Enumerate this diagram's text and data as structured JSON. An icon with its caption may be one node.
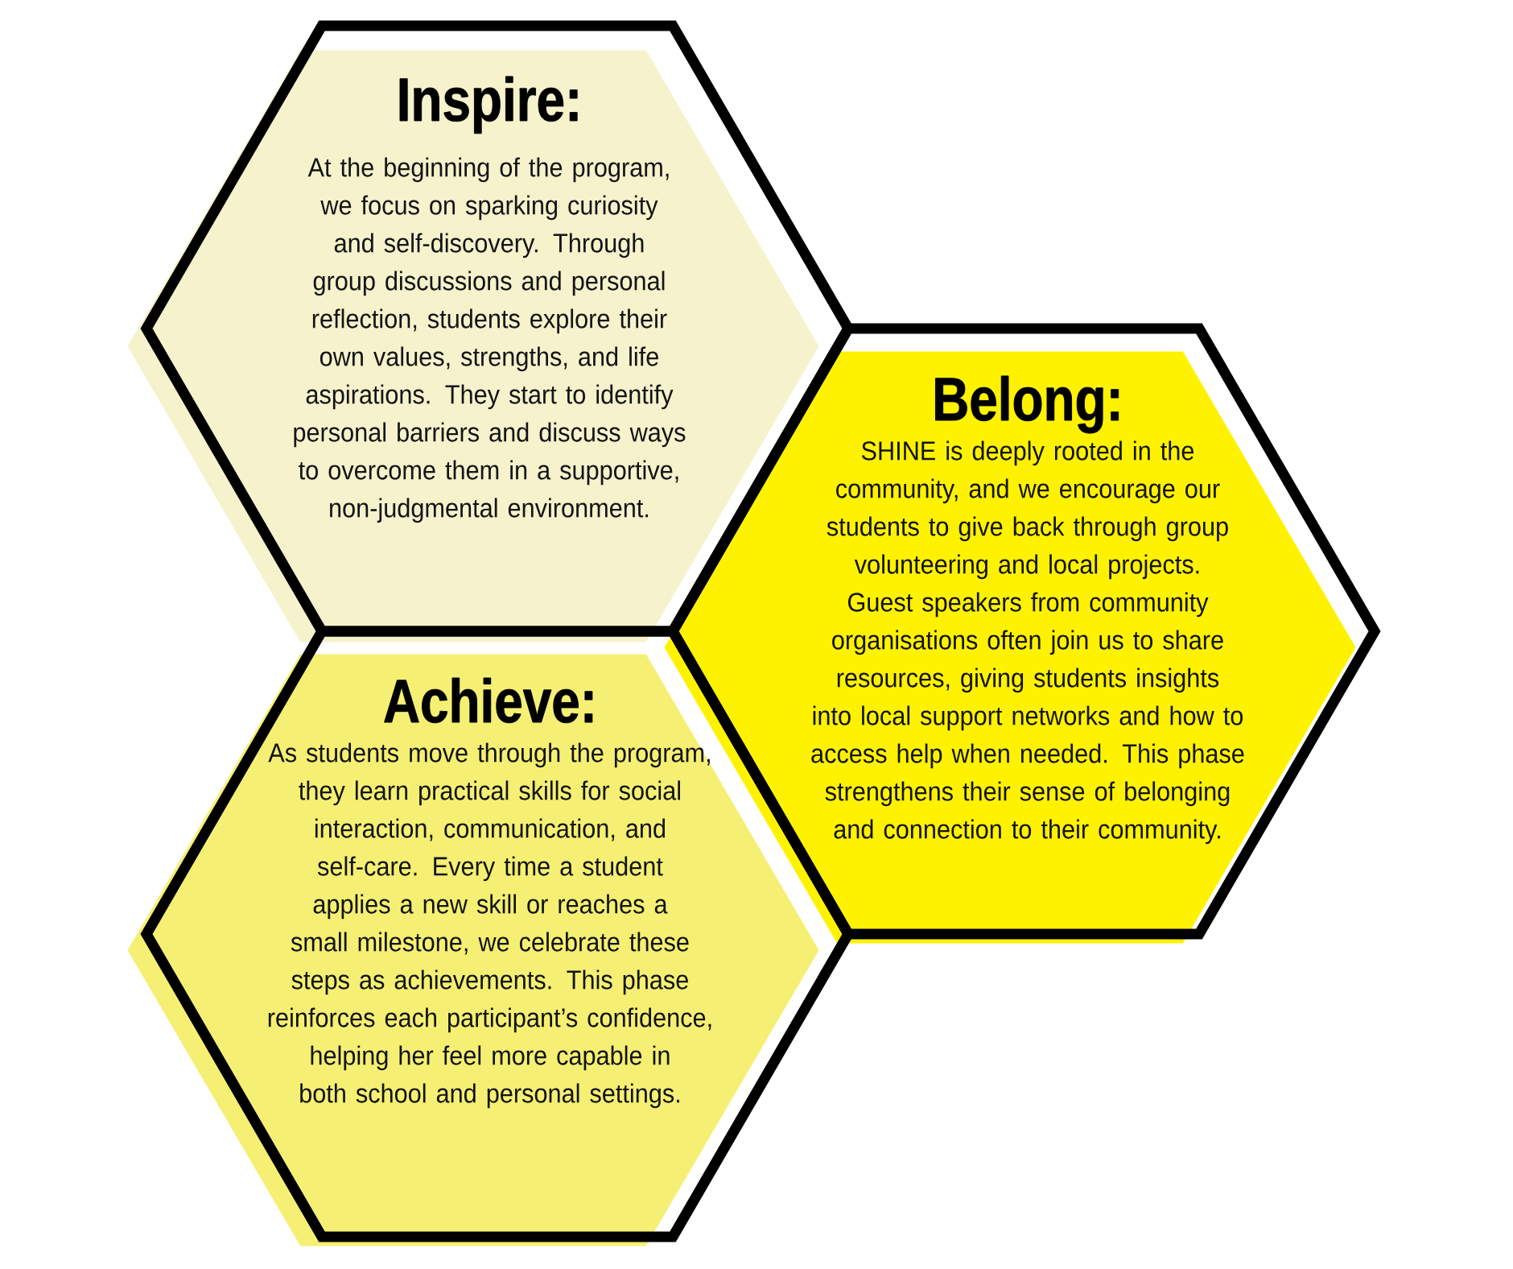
{
  "diagram": {
    "nodes": [
      {
        "text": [
          "Inspire:",
          "At the beginning of the program, we focus on sparking curiosity and self-discovery. Through group discussions and personal reflection, students explore their own values, strengths, and life aspirations. They start to identify personal barriers and discuss ways to overcome them in a supportive, non-judgmental environment."
        ]
      },
      {
        "text": [
          "Belong:",
          "SHINE is deeply rooted in the community, and we encourage our students to give back through group volunteering and local projects. Guest speakers from community organisations often join us to share resources, giving students insights into local support networks and how to access help when needed. This phase strengthens their sense of belonging and connection to their community."
        ]
      },
      {
        "text": [
          "Achieve:",
          "As students move through the program, they learn practical skills for social interaction, communication, and self-care. Every time a student applies a new skill or reaches a small milestone, we celebrate these steps as achievements. This phase reinforces each participant’s confidence, helping her feel more capable in both school and personal settings."
        ]
      }
    ]
  }
}
